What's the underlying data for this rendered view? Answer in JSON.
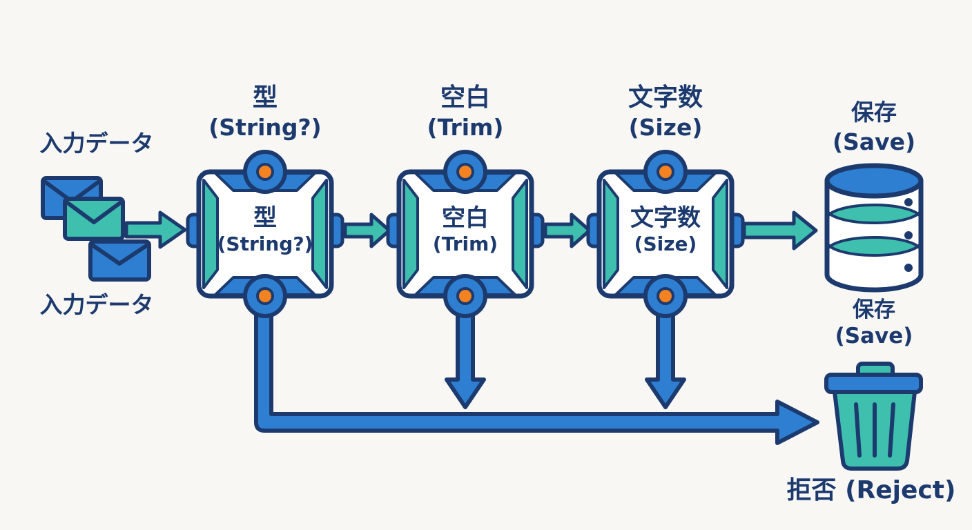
{
  "diagram": {
    "colors": {
      "navy": "#1c3a6e",
      "blue": "#2e7fd1",
      "teal": "#3fbfae",
      "orange": "#f58220",
      "bg": "#f8f7f4"
    },
    "input": {
      "label_top": "入力データ",
      "label_bottom": "入力データ",
      "icon": "envelope-stack-icon"
    },
    "stages": [
      {
        "title_jp": "型",
        "title_en": "(String?)"
      },
      {
        "title_jp": "空白",
        "title_en": "(Trim)"
      },
      {
        "title_jp": "文字数",
        "title_en": "(Size)"
      }
    ],
    "save": {
      "label_jp": "保存",
      "label_en": "(Save)",
      "icon": "database-icon"
    },
    "reject": {
      "label": "拒否 (Reject)",
      "icon": "trash-icon"
    }
  }
}
